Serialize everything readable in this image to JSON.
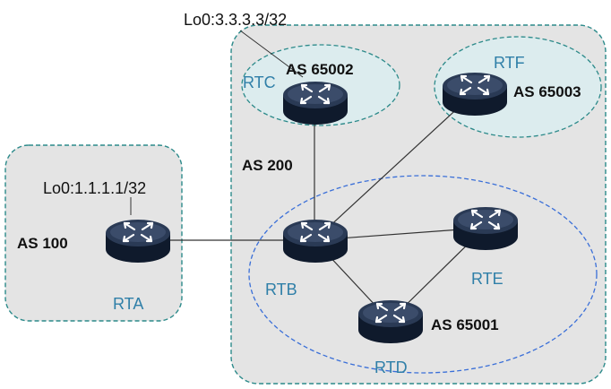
{
  "colors": {
    "region_fill": "#e4e4e4",
    "region_stroke": "#2c8a8a",
    "subregion_fill": "#dcecee",
    "subregion_stroke": "#2c8a8a",
    "inner_stroke": "#3a6fd8",
    "router_top": "#2a3a55",
    "router_body": "#0f1a2c",
    "link": "#333333",
    "label_blue": "#2f7fa8"
  },
  "labels": {
    "as200": "AS 200",
    "as100": "AS 100",
    "as65002": "AS 65002",
    "as65003": "AS 65003",
    "as65001": "AS 65001",
    "lo_rtc": "Lo0:3.3.3.3/32",
    "lo_rta": "Lo0:1.1.1.1/32"
  },
  "routers": {
    "rta": {
      "name": "RTA",
      "icon": "router-icon"
    },
    "rtb": {
      "name": "RTB",
      "icon": "router-icon"
    },
    "rtc": {
      "name": "RTC",
      "icon": "router-icon"
    },
    "rtd": {
      "name": "RTD",
      "icon": "router-icon"
    },
    "rte": {
      "name": "RTE",
      "icon": "router-icon"
    },
    "rtf": {
      "name": "RTF",
      "icon": "router-icon"
    }
  },
  "links": [
    [
      "rta",
      "rtb"
    ],
    [
      "rtb",
      "rtc"
    ],
    [
      "rtb",
      "rtf"
    ],
    [
      "rtb",
      "rte"
    ],
    [
      "rtb",
      "rtd"
    ],
    [
      "rtd",
      "rte"
    ]
  ]
}
